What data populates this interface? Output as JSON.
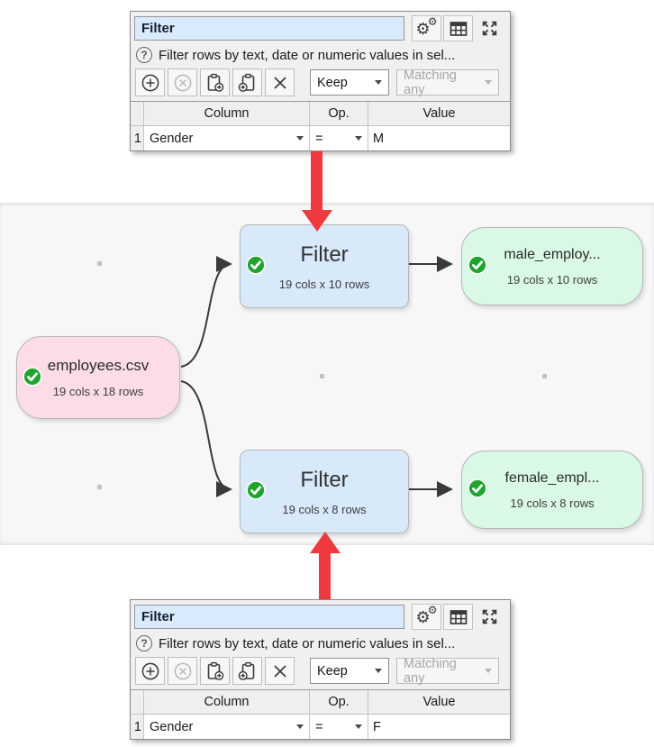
{
  "panels": {
    "top": {
      "title": "Filter",
      "help_text": "Filter rows by text, date or numeric values in sel...",
      "keep_label": "Keep",
      "matching_label": "Matching any",
      "table": {
        "headers": {
          "column": "Column",
          "op": "Op.",
          "value": "Value"
        },
        "row": {
          "num": "1",
          "column": "Gender",
          "op": "=",
          "value": "M"
        }
      }
    },
    "bottom": {
      "title": "Filter",
      "help_text": "Filter rows by text, date or numeric values in sel...",
      "keep_label": "Keep",
      "matching_label": "Matching any",
      "table": {
        "headers": {
          "column": "Column",
          "op": "Op.",
          "value": "Value"
        },
        "row": {
          "num": "1",
          "column": "Gender",
          "op": "=",
          "value": "F"
        }
      }
    }
  },
  "canvas": {
    "nodes": {
      "source": {
        "title": "employees.csv",
        "subtitle": "19 cols x 18 rows"
      },
      "filter_top": {
        "title": "Filter",
        "subtitle": "19 cols x 10 rows"
      },
      "male_output": {
        "title": "male_employ...",
        "subtitle": "19 cols x 10 rows"
      },
      "filter_bottom": {
        "title": "Filter",
        "subtitle": "19 cols x 8 rows"
      },
      "female_output": {
        "title": "female_empl...",
        "subtitle": "19 cols x 8 rows"
      }
    }
  },
  "icons": {
    "help": "help-icon (circled question mark)",
    "settings": "gear-icon",
    "grid": "table-icon",
    "expand": "expand-icon (four corner arrows)",
    "add": "circle-plus-icon",
    "remove": "circle-cross-icon (disabled)",
    "paste": "clipboard-paste-icon",
    "copy": "clipboard-copy-icon",
    "delete": "x-icon",
    "status_ok": "green-check-icon"
  },
  "glyphs": {
    "help": "?",
    "gear": "⚙"
  },
  "colors": {
    "panel_bg": "#f0f0f0",
    "title_field_bg": "#d9eafc",
    "canvas_bg": "#f7f7f7",
    "node_source": "#fbdce7",
    "node_filter": "#d8e9fa",
    "node_output": "#d9f8e5",
    "check_green": "#1fa52e",
    "edge": "#3a3a3a",
    "annotation_red": "#ee3a3e"
  }
}
